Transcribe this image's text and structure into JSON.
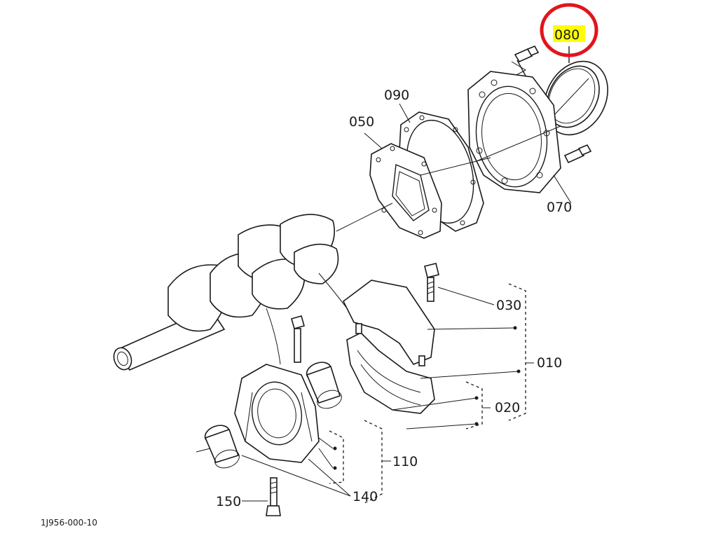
{
  "diagram": {
    "caption": "1J956-000-10",
    "highlight_color": "#ffff00",
    "circle_color": "#e3141c",
    "parts": [
      {
        "id": "p080",
        "label": "080",
        "highlighted": true
      },
      {
        "id": "p090",
        "label": "090"
      },
      {
        "id": "p050",
        "label": "050"
      },
      {
        "id": "p070",
        "label": "070"
      },
      {
        "id": "p030",
        "label": "030"
      },
      {
        "id": "p010",
        "label": "010"
      },
      {
        "id": "p020",
        "label": "020"
      },
      {
        "id": "p110",
        "label": "110"
      },
      {
        "id": "p140",
        "label": "140"
      },
      {
        "id": "p150",
        "label": "150"
      }
    ]
  }
}
